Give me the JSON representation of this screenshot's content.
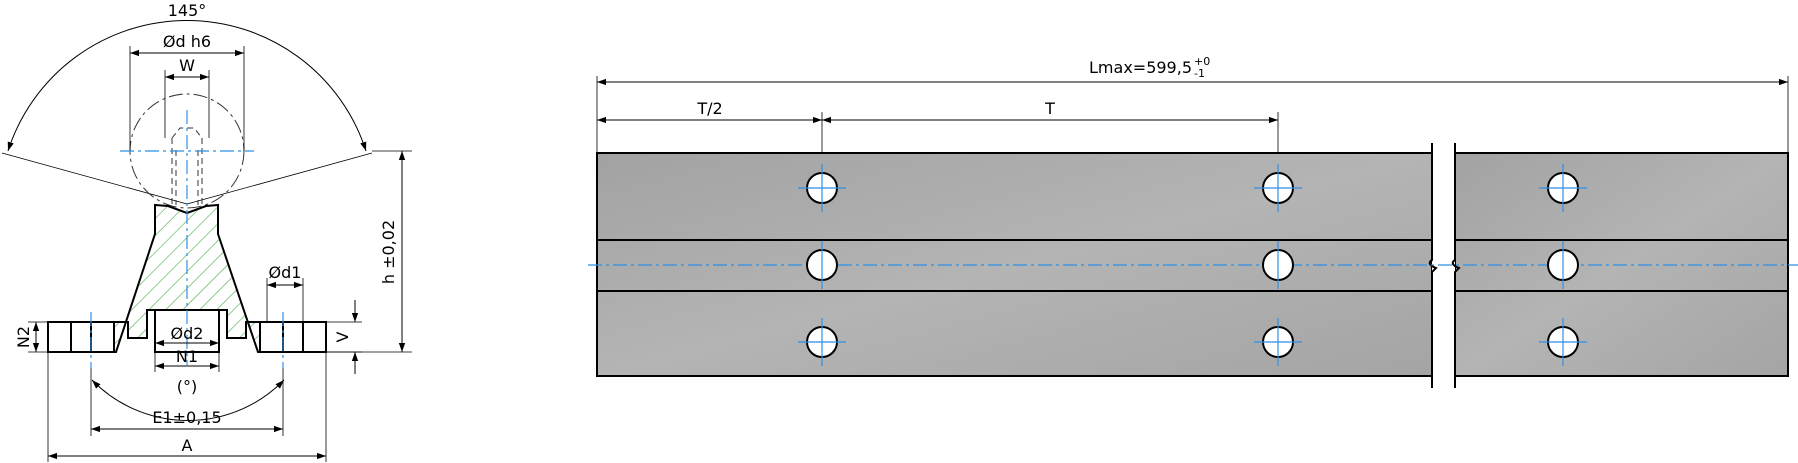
{
  "profile": {
    "angle_label": "145°",
    "shaft_diameter_label": "Ød h6",
    "width_label": "W",
    "height_label": "h ±0,02",
    "hole_diameter_label": "Ød1",
    "bore_diameter_label": "Ød2",
    "n1_label": "N1",
    "n2_label": "N2",
    "v_label": "V",
    "bevel_angle_label": "(°)",
    "e1_label": "E1±0,15",
    "a_label": "A"
  },
  "rail": {
    "length_label": "Lmax=599,5",
    "length_tol_upper": "+0",
    "length_tol_lower": "-1",
    "half_pitch_label": "T/2",
    "pitch_label": "T"
  },
  "colors": {
    "rail_fill": "#a9a9a9",
    "center_line": "#2f8fe6",
    "hatch": "#2e9e2e"
  }
}
